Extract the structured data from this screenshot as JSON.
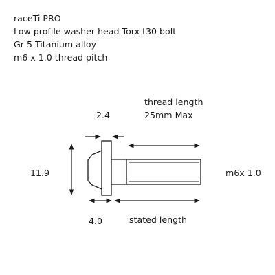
{
  "header": {
    "lines": [
      "raceTi PRO",
      "Low profile washer head Torx  t30 bolt",
      "Gr 5 Titanium alloy",
      "m6 x 1.0 thread pitch"
    ]
  },
  "diagram": {
    "thread_length_label": "thread length",
    "thread_length_max": "25mm Max",
    "washer_thickness": "2.4",
    "head_height": "11.9",
    "thread_spec": "m6x 1.0",
    "head_depth": "4.0",
    "stated_length_label": "stated length"
  },
  "colors": {
    "outline": "#1a1a1a",
    "background": "#ffffff"
  }
}
